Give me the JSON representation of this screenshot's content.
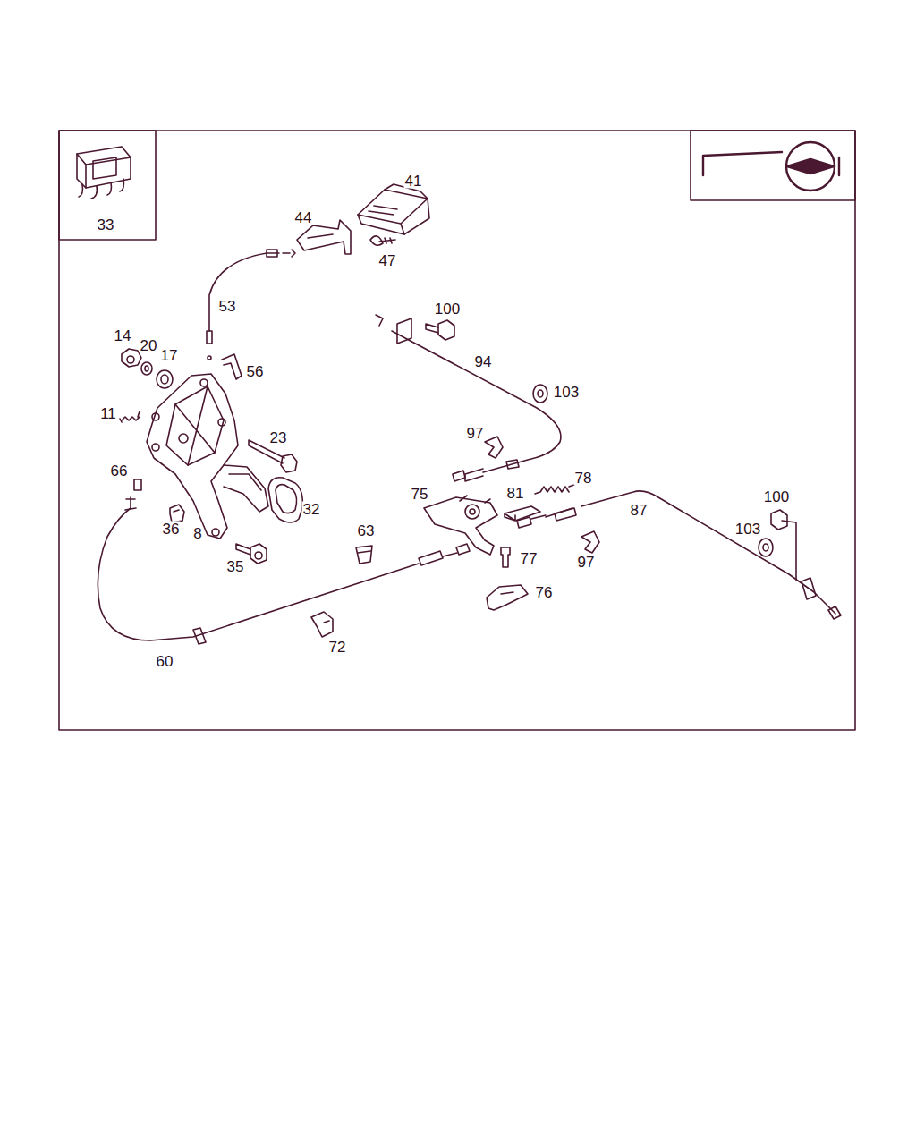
{
  "diagram": {
    "labels": [
      "33",
      "41",
      "44",
      "47",
      "53",
      "100",
      "94",
      "14",
      "20",
      "17",
      "56",
      "103",
      "11",
      "23",
      "97",
      "78",
      "66",
      "75",
      "81",
      "87",
      "32",
      "100",
      "103",
      "36",
      "8",
      "63",
      "35",
      "77",
      "97",
      "76",
      "72",
      "60"
    ]
  }
}
